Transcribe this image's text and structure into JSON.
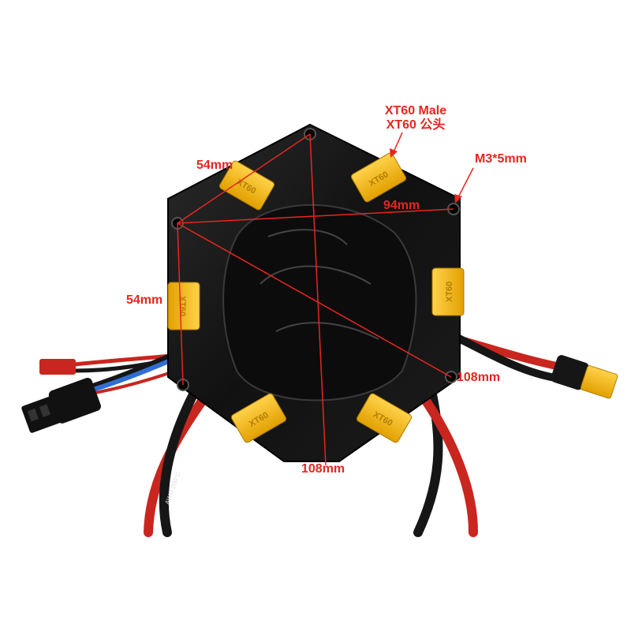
{
  "product": "hexagonal power distribution board with XT60 connectors",
  "annotations": {
    "connector_type_line1": "XT60 Male",
    "connector_type_line2": "XT60 公头",
    "screw_spec": "M3*5mm",
    "top_edge": "54mm",
    "left_edge": "54mm",
    "hole_span": "94mm",
    "diagonal_right": "108mm",
    "diagonal_vertical": "108mm"
  },
  "connector_silkscreen": "XT60",
  "wire_print": "AWG 200°C",
  "colors": {
    "annotation": "#e8251f",
    "board": "#141414",
    "connector": "#f5b400",
    "wire_red": "#c8261f",
    "wire_black": "#161616",
    "wire_blue": "#2f6fd3"
  }
}
